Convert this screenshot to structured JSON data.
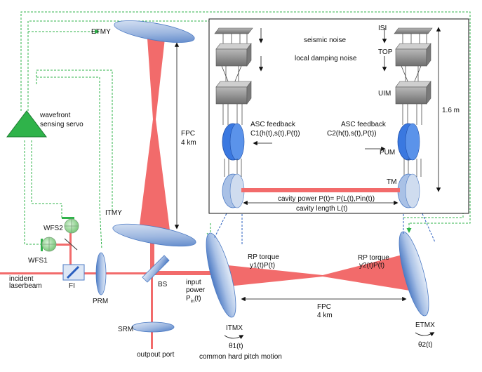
{
  "labels": {
    "etmy": "ETMY",
    "itmy": "ITMY",
    "fpc_y_line1": "FPC",
    "fpc_y_line2": "4 km",
    "wfs_line1": "wavefront",
    "wfs_line2": "sensing servo",
    "wfs1": "WFS1",
    "wfs2": "WFS2",
    "incident_line1": "incident",
    "incident_line2": "laserbeam",
    "fi": "FI",
    "prm": "PRM",
    "bs": "BS",
    "srm": "SRM",
    "output_port": "outpout port",
    "input_power_line1": "input",
    "input_power_line2": "power",
    "input_power_symbol": "P",
    "input_power_sub": "in",
    "input_power_arg": "(t)",
    "rp_torque_left_line1": "RP torque",
    "rp_torque_left_line2": "y1(t)P(t)",
    "rp_torque_right_line1": "RP torque",
    "rp_torque_right_line2": "y2(t)P(t)",
    "fpc_x_line1": "FPC",
    "fpc_x_line2": "4 km",
    "itmx": "ITMX",
    "etmx": "ETMX",
    "theta1": "θ1(t)",
    "theta2": "θ2(t)",
    "common_motion": "common hard pitch motion"
  },
  "inset": {
    "seismic_noise": "seismic noise",
    "local_damping_noise": "local damping noise",
    "isi": "ISI",
    "top": "TOP",
    "uim": "UIM",
    "pum": "PUM",
    "tm": "TM",
    "height": "1.6 m",
    "asc_left_line1": "ASC feedback",
    "asc_left_line2": "C1(h(t),s(t),P(t))",
    "asc_right_line1": "ASC feedback",
    "asc_right_line2": "C2(h(t),s(t),P(t))",
    "cavity_power": "cavity power P(t)= P(L(t),Pin(t))",
    "cavity_length": "cavity length L(t)"
  },
  "colors": {
    "beam": "#f26b6b",
    "mirror_light": "#cfdcef",
    "mirror_dark": "#4d7bc4",
    "servo_green": "#2fb34a",
    "blue_mass": "#3a78e0",
    "box_gray": "#8a8a8a"
  }
}
